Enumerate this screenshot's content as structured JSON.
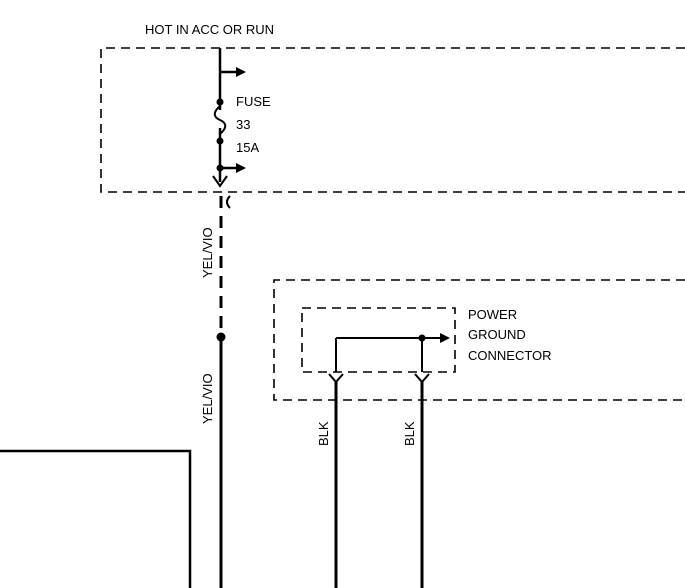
{
  "header": {
    "power_source": "HOT IN ACC OR RUN"
  },
  "fuse": {
    "name": "FUSE",
    "number": "33",
    "rating": "15A"
  },
  "wires": {
    "upper_color": "YEL/VIO",
    "lower_color": "YEL/VIO",
    "ground_left_color": "BLK",
    "ground_right_color": "BLK"
  },
  "connector": {
    "line1": "POWER",
    "line2": "GROUND",
    "line3": "CONNECTOR"
  },
  "colors": {
    "ink": "#000000",
    "background": "#ffffff"
  }
}
